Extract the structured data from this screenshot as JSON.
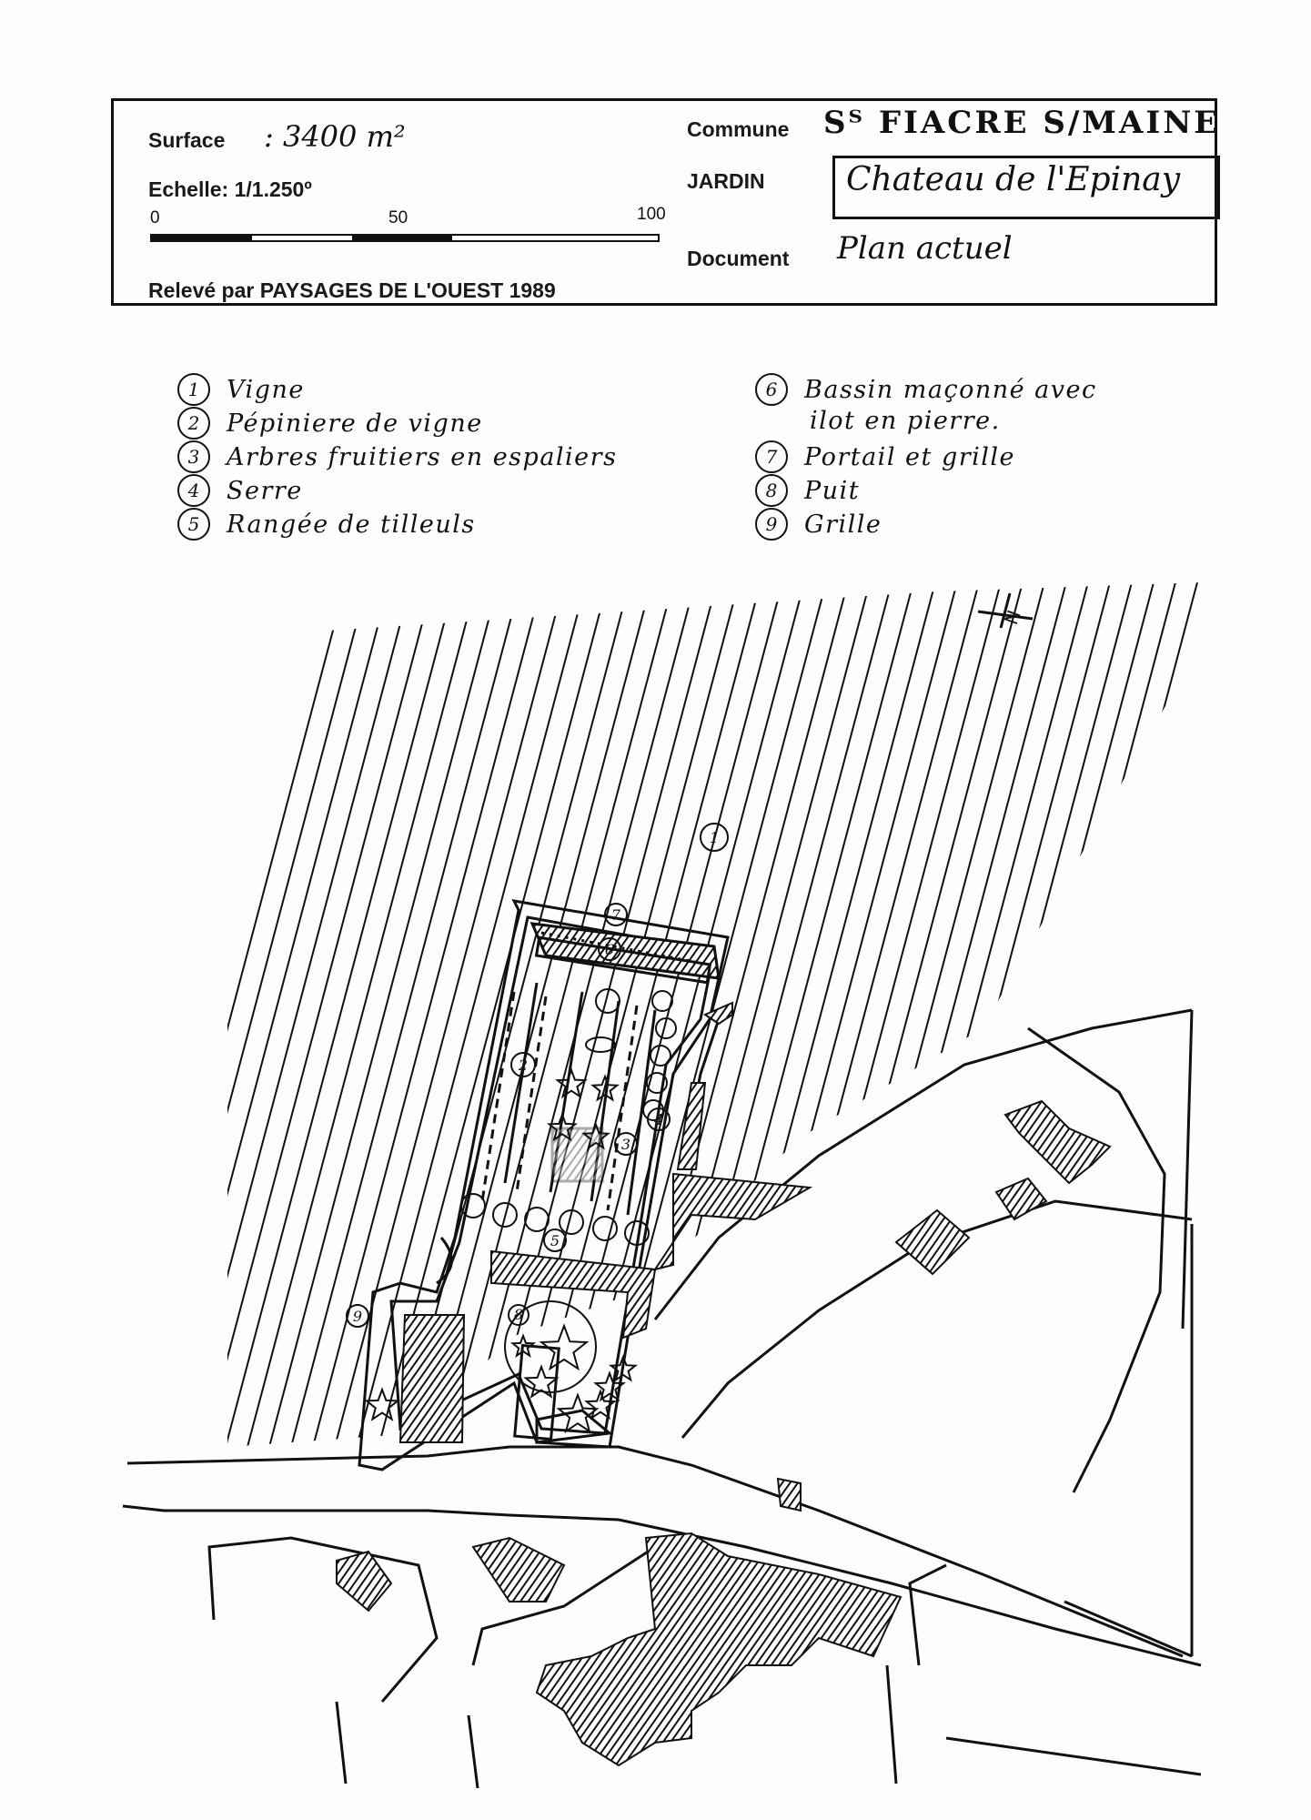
{
  "cartouche": {
    "surface_label": "Surface",
    "surface_value": ": 3400 m²",
    "scale_label": "Echelle: 1/1.250º",
    "scale_ticks": [
      "0",
      "50",
      "100"
    ],
    "survey_credit": "Relevé par PAYSAGES DE L'OUEST 1989",
    "commune_label": "Commune",
    "commune_value": "Sᵀ FIACRE S/MAINE",
    "garden_label": "JARDIN",
    "garden_value": "Chateau de l'Epinay",
    "document_label": "Document",
    "document_value": "Plan actuel"
  },
  "legend": [
    {
      "num": "1",
      "text": "Vigne"
    },
    {
      "num": "2",
      "text": "Pépiniere de vigne"
    },
    {
      "num": "3",
      "text": "Arbres fruitiers en espaliers"
    },
    {
      "num": "4",
      "text": "Serre"
    },
    {
      "num": "5",
      "text": "Rangée de tilleuls"
    },
    {
      "num": "6",
      "text": "Bassin maçonné avec",
      "text2": "ilot en pierre."
    },
    {
      "num": "7",
      "text": "Portail et grille"
    },
    {
      "num": "8",
      "text": "Puit"
    },
    {
      "num": "9",
      "text": "Grille"
    }
  ],
  "map": {
    "north_label": "N",
    "markers": [
      "1",
      "2",
      "3",
      "4",
      "5",
      "6",
      "7",
      "8",
      "9"
    ]
  },
  "colors": {
    "ink": "#111111",
    "paper": "#fdfdfc"
  }
}
